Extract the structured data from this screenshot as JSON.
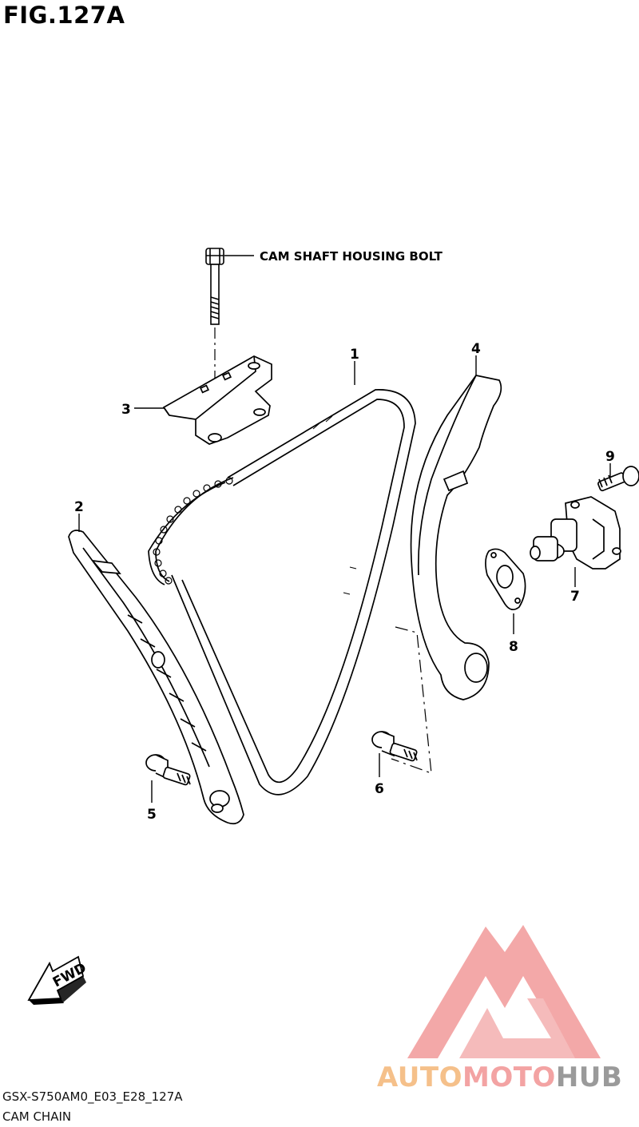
{
  "figure": {
    "title": "FIG.127A"
  },
  "callouts": [
    {
      "id": "1",
      "label": "1"
    },
    {
      "id": "2",
      "label": "2"
    },
    {
      "id": "3",
      "label": "3"
    },
    {
      "id": "4",
      "label": "4"
    },
    {
      "id": "5",
      "label": "5"
    },
    {
      "id": "6",
      "label": "6"
    },
    {
      "id": "7",
      "label": "7"
    },
    {
      "id": "8",
      "label": "8"
    },
    {
      "id": "9",
      "label": "9"
    }
  ],
  "bolt_label": "CAM SHAFT HOUSING BOLT",
  "fwd_label": "FWD",
  "footer": {
    "model_code": "GSX-S750AM0_E03_E28_127A",
    "name": "CAM CHAIN"
  },
  "watermark": {
    "part1": "AUTO",
    "part2": "MOTO",
    "part3": "HUB"
  },
  "colors": {
    "line": "#000000",
    "watermark_red": "#f08a8a",
    "watermark_orange": "#f5c08a",
    "watermark_gray": "#9a9a9a"
  }
}
